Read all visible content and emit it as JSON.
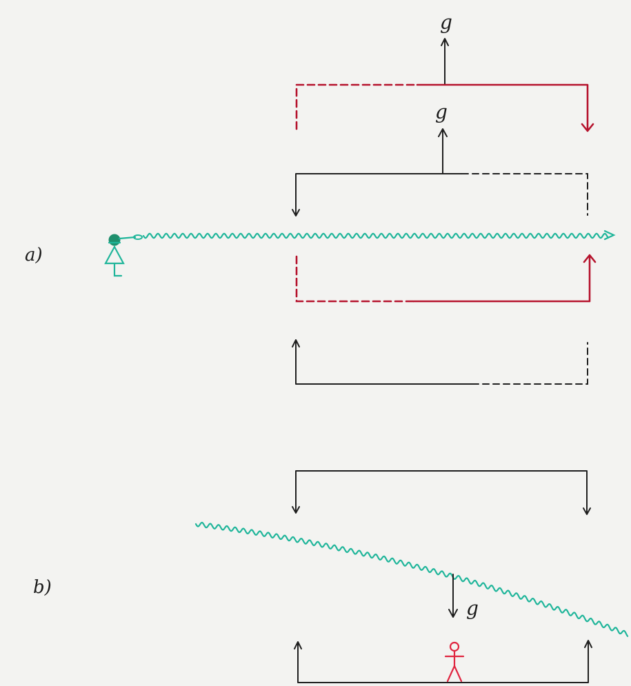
{
  "panel_a": {
    "label": "a)",
    "gravity_label_upper": "g",
    "gravity_label_lower": "g"
  },
  "panel_b": {
    "label": "b)",
    "gravity_label": "g"
  },
  "colors": {
    "ink": "#1f1f1f",
    "red_box": "#b5122c",
    "light_ray": "#1fb59a",
    "observer_a": "#1fb59a",
    "observer_b": "#e0243f",
    "paper": "#f3f3f1"
  }
}
